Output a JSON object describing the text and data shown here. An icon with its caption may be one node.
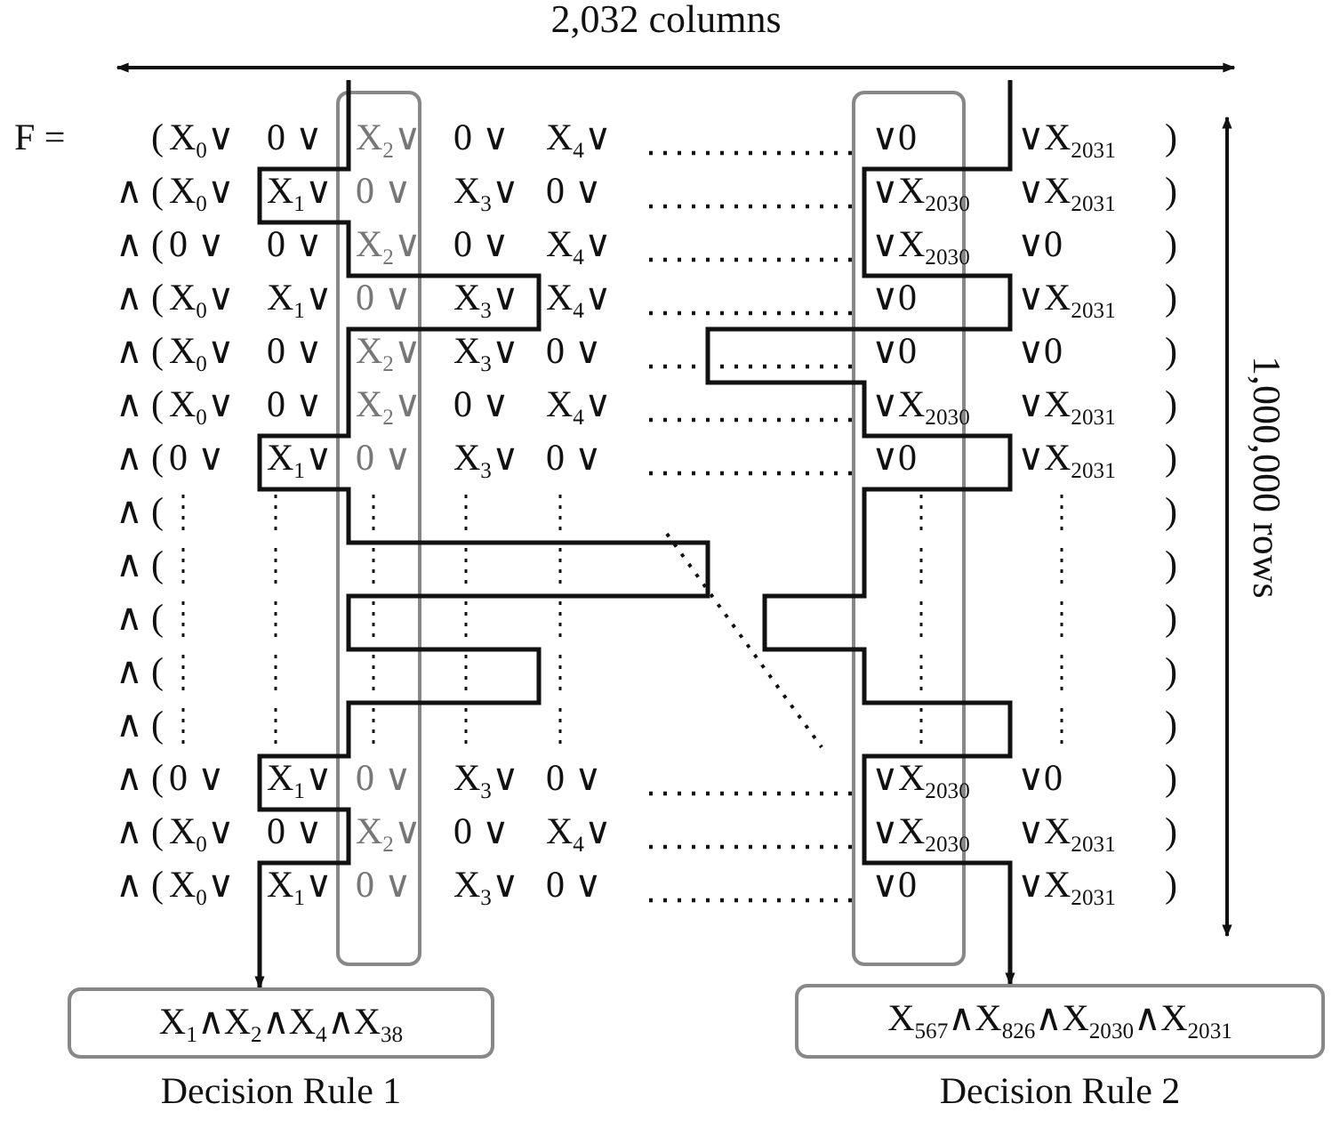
{
  "diagram": {
    "nodes": [
      {
        "text": [
          "X$_{1}$∧X$_{2}$∧X$_{4}$∧X$_{38}$"
        ],
        "beside": [
          "Decision Rule 1"
        ]
      },
      {
        "text": [
          "X$_{567}$∧X$_{826}$∧X$_{2030}$∧X$_{2031}$"
        ],
        "beside": [
          "Decision Rule 2"
        ]
      }
    ],
    "edges": [
      {
        "from": null,
        "to": 0,
        "arrow": "to"
      },
      {
        "from": null,
        "to": 1,
        "arrow": "to"
      }
    ],
    "labels": [
      "2,032 columns",
      "F =",
      "(",
      "X$_{0}$∨",
      "0 ∨",
      "X$_{2}$∨",
      "0 ∨",
      "X$_{4}$∨",
      "∨0",
      "∨X$_{2031}$",
      ")",
      "∧ (",
      "X$_{0}$∨",
      "X$_{1}$∨",
      "0 ∨",
      "X$_{3}$∨",
      "0 ∨",
      "∨X$_{2030}$",
      "∨X$_{2031}$",
      ")",
      "∧ (",
      "0 ∨",
      "0 ∨",
      "X$_{2}$∨",
      "0 ∨",
      "X$_{4}$∨",
      "∨X$_{2030}$",
      "∨0",
      ")",
      "∧ (",
      "X$_{0}$∨",
      "X$_{1}$∨",
      "0 ∨",
      "X$_{3}$∨",
      "X$_{4}$∨",
      "∨0",
      "∨X$_{2031}$",
      ")",
      "∧ (",
      "X$_{0}$∨",
      "0 ∨",
      "X$_{2}$∨",
      "X$_{3}$∨",
      "0 ∨",
      "∨0",
      "∨0",
      ")",
      "∧ (",
      "X$_{0}$∨",
      "0 ∨",
      "X$_{2}$∨",
      "0 ∨",
      "X$_{4}$∨",
      "∨X$_{2030}$",
      "∨X$_{2031}$",
      ")",
      "∧ (",
      "0 ∨",
      "X$_{1}$∨",
      "0 ∨",
      "X$_{3}$∨",
      "0 ∨",
      "∨0",
      "∨X$_{2031}$",
      ")",
      "∧ (",
      ")",
      "∧ (",
      ")",
      "∧ (",
      ")",
      "∧ (",
      ")",
      "∧ (",
      ")",
      "∧ (",
      "0 ∨",
      "X$_{1}$∨",
      "0 ∨",
      "X$_{3}$∨",
      "0 ∨",
      "∨X$_{2030}$",
      "∨0",
      ")",
      "∧ (",
      "X$_{0}$∨",
      "0 ∨",
      "X$_{2}$∨",
      "0 ∨",
      "X$_{4}$∨",
      "∨X$_{2030}$",
      "∨X$_{2031}$",
      ")",
      "∧ (",
      "X$_{0}$∨",
      "X$_{1}$∨",
      "0 ∨",
      "X$_{3}$∨",
      "0 ∨",
      "∨0",
      "∨X$_{2031}$",
      ")",
      "1,000,000 rows"
    ]
  }
}
